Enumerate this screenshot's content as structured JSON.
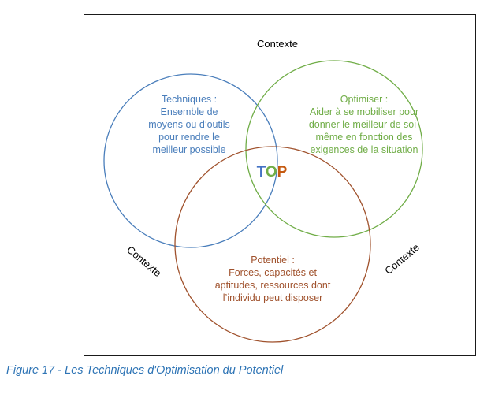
{
  "diagram": {
    "context_top": "Contexte",
    "context_left": "Contexte",
    "context_right": "Contexte",
    "circles": {
      "techniques": {
        "color": "#4a7ebb",
        "lines": [
          "Techniques :",
          "Ensemble de",
          "moyens ou d’outils",
          "pour rendre le",
          "meilleur possible"
        ]
      },
      "optimiser": {
        "color": "#70ad47",
        "lines": [
          "Optimiser :",
          "Aider à se mobiliser pour",
          "donner le meilleur de soi-",
          "même en fonction des",
          "exigences de la situation"
        ]
      },
      "potentiel": {
        "color": "#a0522d",
        "lines": [
          "Potentiel :",
          "Forces, capacités et",
          "aptitudes, ressources dont",
          "l’individu peut disposer"
        ]
      }
    },
    "center": {
      "letters": [
        {
          "text": "T",
          "color": "#4472c4"
        },
        {
          "text": "O",
          "color": "#70ad47"
        },
        {
          "text": "P",
          "color": "#c55a11"
        }
      ]
    }
  },
  "caption": "Figure 17 - Les Techniques d'Optimisation du Potentiel"
}
